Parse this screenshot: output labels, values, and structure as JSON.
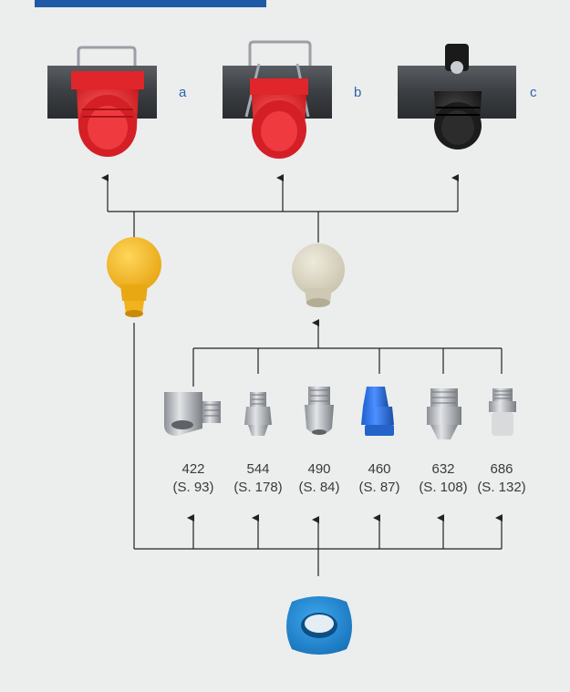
{
  "labels": {
    "a": "a",
    "b": "b",
    "c": "c"
  },
  "nozzles": [
    {
      "code": "422",
      "page": "(S. 93)"
    },
    {
      "code": "544",
      "page": "(S. 178)"
    },
    {
      "code": "490",
      "page": "(S. 84)"
    },
    {
      "code": "460",
      "page": "(S. 87)"
    },
    {
      "code": "632",
      "page": "(S. 108)"
    },
    {
      "code": "686",
      "page": "(S. 132)"
    }
  ]
}
